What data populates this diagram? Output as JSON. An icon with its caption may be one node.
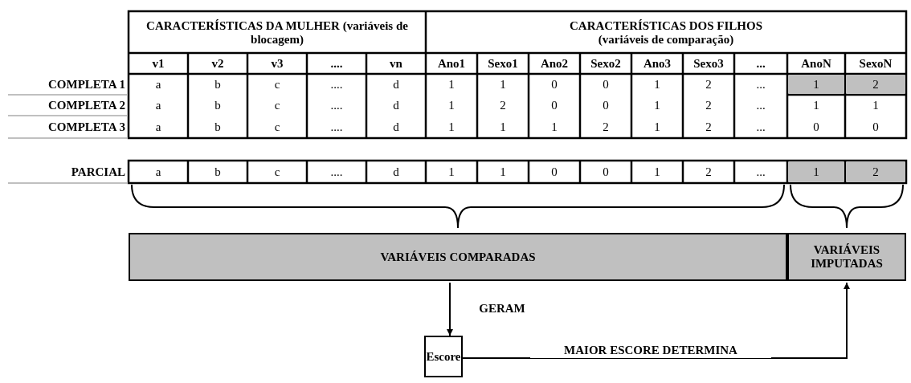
{
  "diagram": {
    "nodes": [
      {
        "text": [
          "VARIÁVEIS COMPARADAS"
        ]
      },
      {
        "text": [
          "VARIÁVEIS IMPUTADAS"
        ]
      },
      {
        "text": [
          "Escore"
        ]
      }
    ],
    "edges": [
      {
        "from": 0,
        "to": 2,
        "arrow": "to",
        "label": "GERAM"
      },
      {
        "from": 2,
        "to": 1,
        "arrow": "to",
        "label": "MAIOR ESCORE DETERMINA"
      }
    ],
    "labels": [
      "CARACTERÍSTICAS DA MULHER (variáveis de blocagem)",
      "CARACTERÍSTICAS DOS FILHOS (variáveis de comparação)",
      "v1",
      "v2",
      "v3",
      "....",
      "vn",
      "Ano1",
      "Sexo1",
      "Ano2",
      "Sexo2",
      "Ano3",
      "Sexo3",
      "...",
      "AnoN",
      "SexoN",
      "COMPLETA 1",
      "a",
      "b",
      "c",
      "....",
      "d",
      "1",
      "1",
      "0",
      "0",
      "1",
      "2",
      "...",
      "1",
      "2",
      "COMPLETA 2",
      "a",
      "b",
      "c",
      "....",
      "d",
      "1",
      "2",
      "0",
      "0",
      "1",
      "2",
      "...",
      "1",
      "1",
      "COMPLETA 3",
      "a",
      "b",
      "c",
      "....",
      "d",
      "1",
      "1",
      "1",
      "2",
      "1",
      "2",
      "...",
      "0",
      "0",
      "PARCIAL",
      "a",
      "b",
      "c",
      "....",
      "d",
      "1",
      "1",
      "0",
      "0",
      "1",
      "2",
      "...",
      "1",
      "2"
    ]
  }
}
